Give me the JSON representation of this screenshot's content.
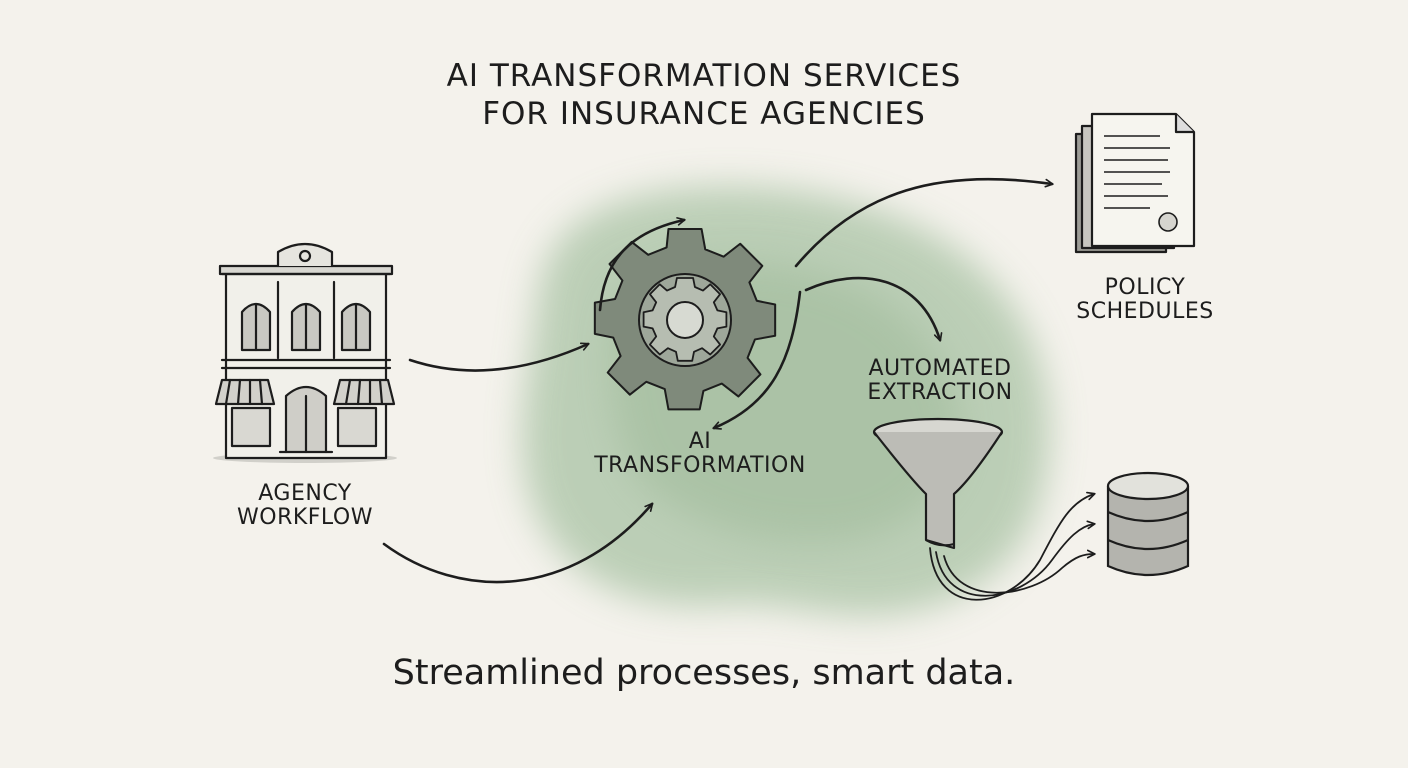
{
  "title": {
    "line1": "AI TRANSFORMATION SERVICES",
    "line2": "FOR INSURANCE AGENCIES"
  },
  "nodes": {
    "agency": {
      "line1": "AGENCY",
      "line2": "WORKFLOW"
    },
    "ai": {
      "line1": "AI",
      "line2": "TRANSFORMATION"
    },
    "policy": {
      "line1": "POLICY",
      "line2": "SCHEDULES"
    },
    "extraction": {
      "line1": "AUTOMATED",
      "line2": "EXTRACTION"
    }
  },
  "tagline": "Streamlined processes, smart data.",
  "icons": {
    "building": "storefront-building-icon",
    "gear": "gear-icon",
    "documents": "document-stack-icon",
    "funnel": "funnel-icon",
    "database": "database-icon"
  },
  "colors": {
    "ink": "#1d1d1d",
    "wash": "#a9c3a4",
    "background": "#f4f2ec"
  }
}
